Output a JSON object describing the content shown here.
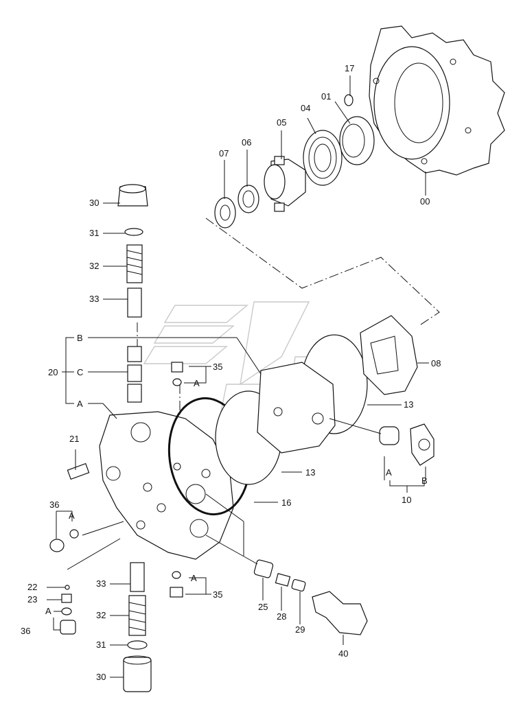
{
  "diagram": {
    "parts": {
      "p00": "00",
      "p01": "01",
      "p04": "04",
      "p05": "05",
      "p06": "06",
      "p07": "07",
      "p08": "08",
      "p10": "10",
      "p13a": "13",
      "p13b": "13",
      "p16": "16",
      "p17": "17",
      "p20": "20",
      "p21": "21",
      "p22": "22",
      "p23": "23",
      "p25": "25",
      "p28": "28",
      "p29": "29",
      "p30a": "30",
      "p30b": "30",
      "p31a": "31",
      "p31b": "31",
      "p32a": "32",
      "p32b": "32",
      "p33a": "33",
      "p33b": "33",
      "p35a": "35",
      "p35b": "35",
      "p36a": "36",
      "p36b": "36",
      "p40": "40"
    },
    "letters": {
      "b20": "B",
      "c20": "C",
      "a20": "A",
      "a35a": "A",
      "a35b": "A",
      "a36a": "A",
      "a36b": "A",
      "a10": "A",
      "b10": "B"
    }
  }
}
